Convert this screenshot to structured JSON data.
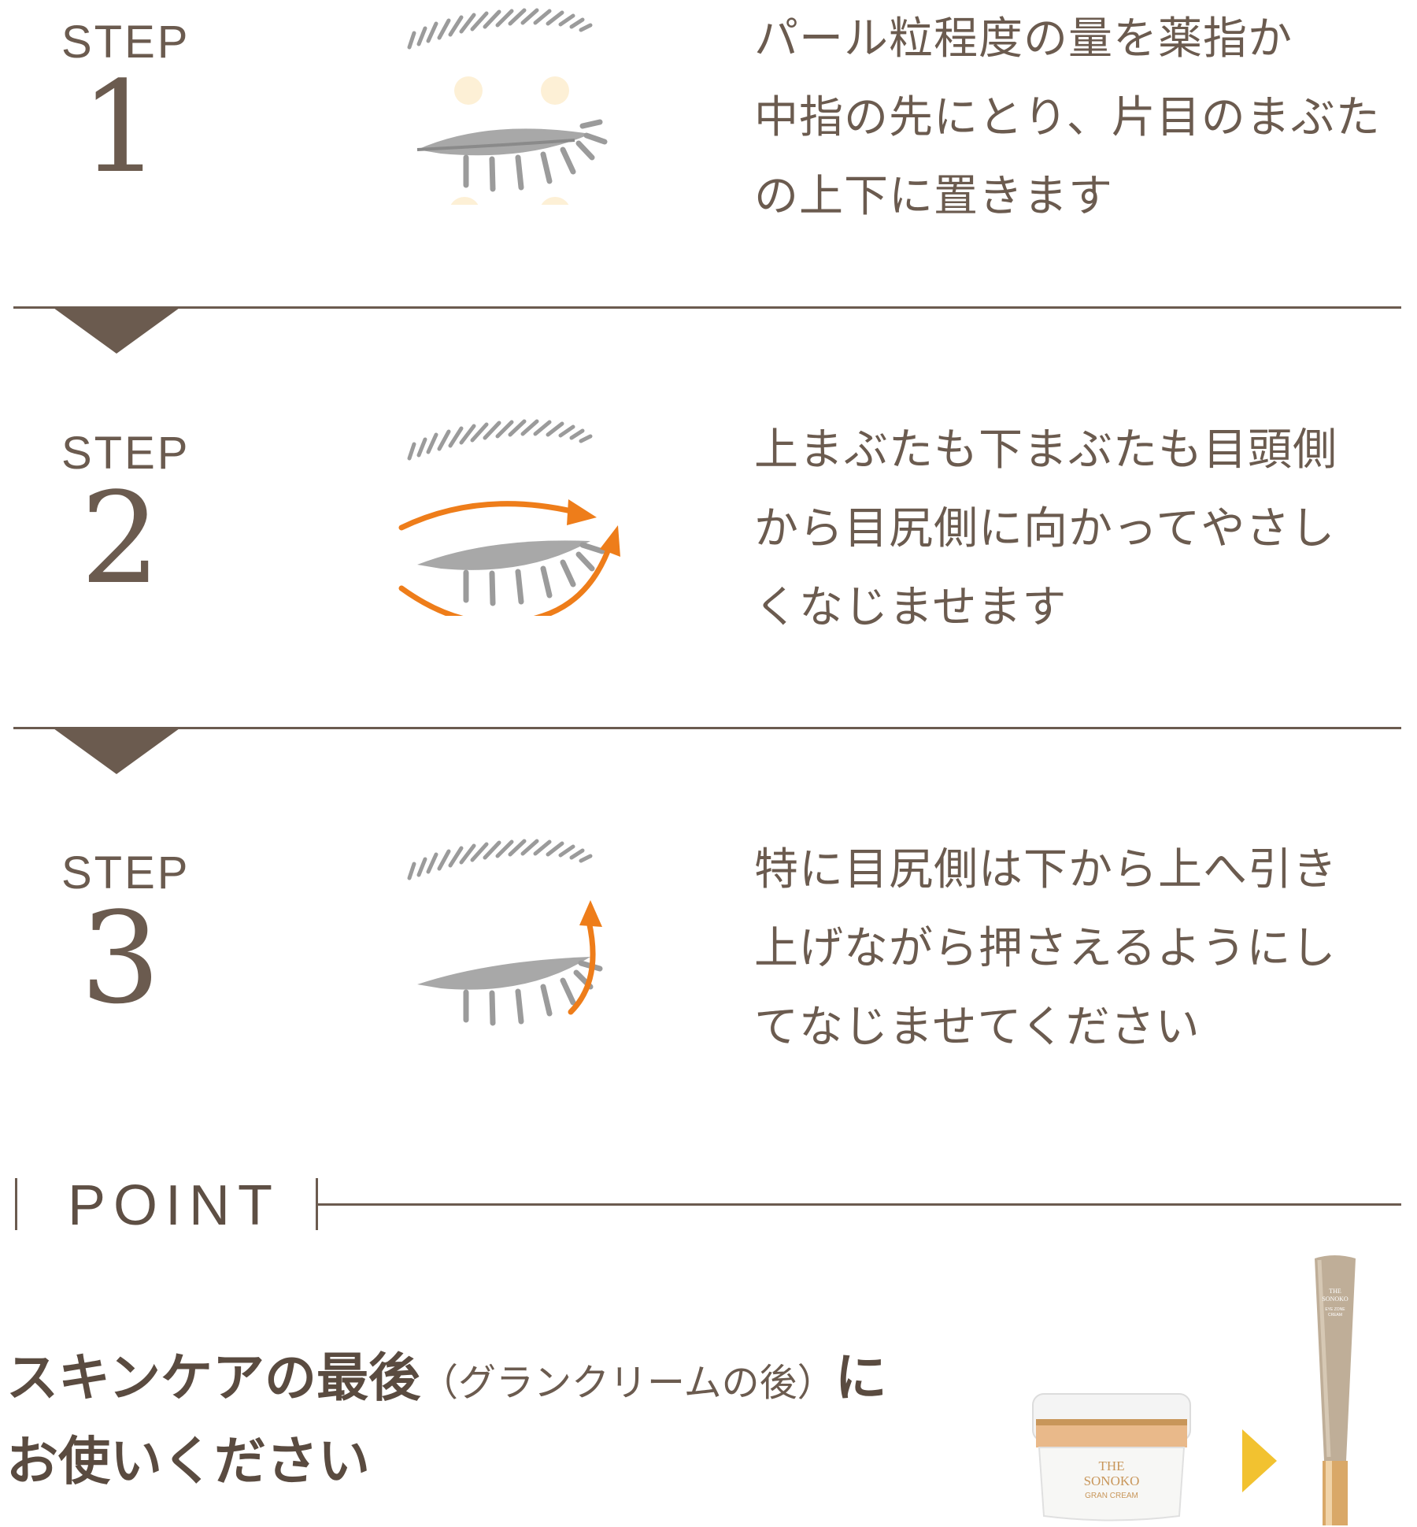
{
  "steps": [
    {
      "label": "STEP",
      "number": "1",
      "lines": [
        "パール粒程度の量を薬指か",
        "中指の先にとり、片目のまぶた",
        "の上下に置きます"
      ]
    },
    {
      "label": "STEP",
      "number": "2",
      "lines": [
        "上まぶたも下まぶたも目頭側",
        "から目尻側に向かってやさし",
        "くなじませます"
      ]
    },
    {
      "label": "STEP",
      "number": "3",
      "lines": [
        "特に目尻側は下から上へ引き",
        "上げながら押さえるようにし",
        "てなじませてください"
      ]
    }
  ],
  "point": {
    "title": "POINT",
    "line1_main": "スキンケアの最後",
    "line1_paren": "（グランクリームの後）",
    "line1_end": "に",
    "line2": "お使いください"
  },
  "products": {
    "jar_brand_1": "THE",
    "jar_brand_2": "SONOKO",
    "jar_name": "GRAN CREAM",
    "tube_brand_1": "THE",
    "tube_brand_2": "SONOKO",
    "tube_name_1": "EYE ZONE",
    "tube_name_2": "CREAM"
  },
  "colors": {
    "text": "#6b5b4f",
    "accent_orange": "#ee7d1a",
    "dot_cream": "#fdf0d6",
    "arrow_yellow": "#f2c230",
    "gold": "#c8965a"
  }
}
